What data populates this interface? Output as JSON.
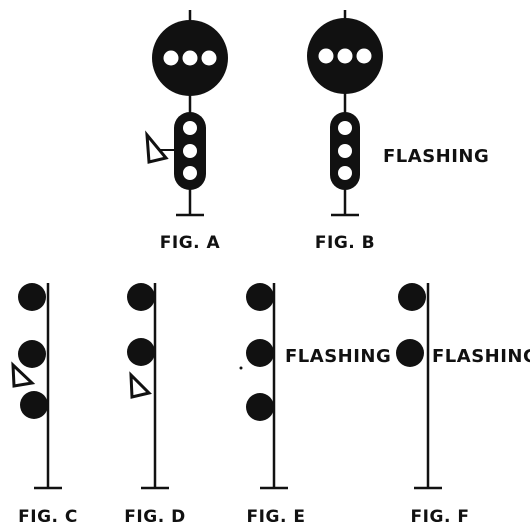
{
  "figures": {
    "a": {
      "caption": "FIG. A"
    },
    "b": {
      "caption": "FIG. B",
      "note": "FLASHING"
    },
    "c": {
      "caption": "FIG. C"
    },
    "d": {
      "caption": "FIG. D"
    },
    "e": {
      "caption": "FIG. E",
      "note": "FLASHING"
    },
    "f": {
      "caption": "FIG. F",
      "note": "FLASHING"
    }
  },
  "colors": {
    "ink": "#111111",
    "paper": "#ffffff"
  }
}
